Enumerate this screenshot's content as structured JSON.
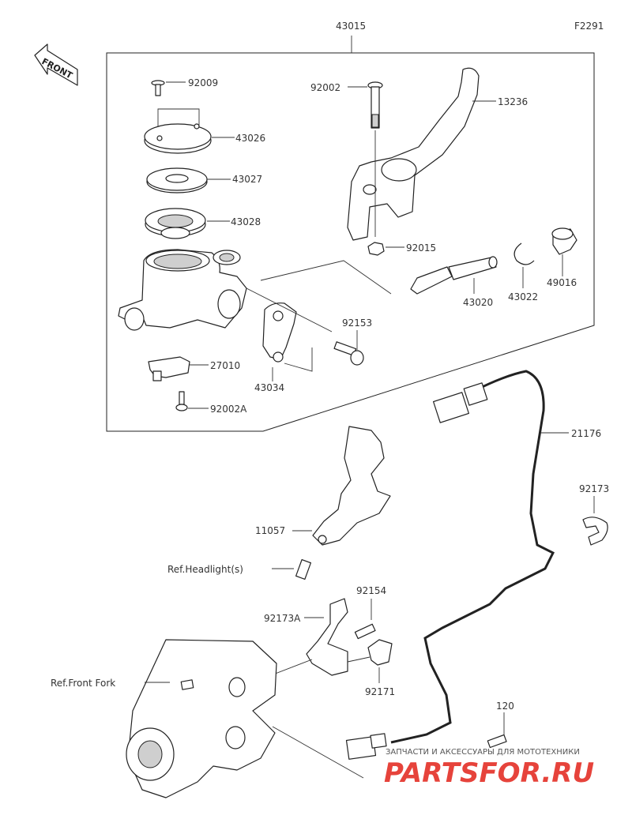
{
  "diagram_code": "F2291",
  "front_label": "FRONT",
  "labels": {
    "p43015": "43015",
    "p92009": "92009",
    "p43026": "43026",
    "p43027": "43027",
    "p43028": "43028",
    "p92002": "92002",
    "p13236": "13236",
    "p92015": "92015",
    "p43020": "43020",
    "p43022": "43022",
    "p49016": "49016",
    "p92153": "92153",
    "p43034": "43034",
    "p27010": "27010",
    "p92002A": "92002A",
    "p21176": "21176",
    "p92173": "92173",
    "p11057": "11057",
    "ref_headlight": "Ref.Headlight(s)",
    "p92154": "92154",
    "p92173A": "92173A",
    "ref_front_fork": "Ref.Front Fork",
    "p92171": "92171",
    "p120": "120"
  },
  "watermark": {
    "tagline": "ЗАПЧАСТИ И АКСЕССУАРЫ ДЛЯ МОТОТЕХНИКИ",
    "brand": "PARTSFOR.RU",
    "brand_color": "#e2231a"
  }
}
